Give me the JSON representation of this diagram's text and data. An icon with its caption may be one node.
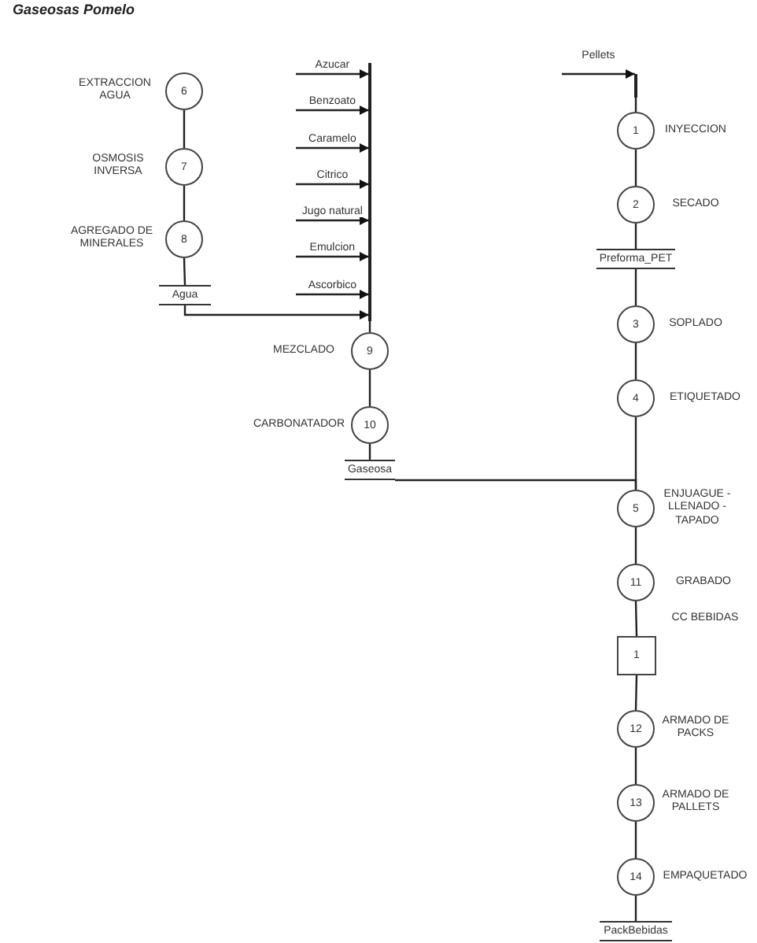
{
  "diagram": {
    "title": "Gaseosas Pomelo",
    "nodes": [
      {
        "text": [
          "6"
        ],
        "beside": [
          "EXTRACCION AGUA"
        ]
      },
      {
        "text": [
          "7"
        ],
        "beside": [
          "OSMOSIS INVERSA"
        ]
      },
      {
        "text": [
          "8"
        ],
        "beside": [
          "AGREGADO DE MINERALES"
        ]
      },
      {
        "text": [
          "Agua"
        ]
      },
      {
        "text": [
          "9"
        ],
        "beside": [
          "MEZCLADO"
        ]
      },
      {
        "text": [
          "10"
        ],
        "beside": [
          "CARBONATADOR"
        ]
      },
      {
        "text": [
          "Gaseosa"
        ]
      },
      {
        "text": [
          "1"
        ],
        "beside": [
          "INYECCION"
        ]
      },
      {
        "text": [
          "2"
        ],
        "beside": [
          "SECADO"
        ]
      },
      {
        "text": [
          "Preforma_PET"
        ]
      },
      {
        "text": [
          "3"
        ],
        "beside": [
          "SOPLADO"
        ]
      },
      {
        "text": [
          "4"
        ],
        "beside": [
          "ETIQUETADO"
        ]
      },
      {
        "text": [
          "5"
        ],
        "beside": [
          "ENJUAGUE - LLENADO - TAPADO"
        ]
      },
      {
        "text": [
          "11"
        ],
        "beside": [
          "GRABADO"
        ]
      },
      {
        "text": [
          "1"
        ],
        "beside": [
          "CC BEBIDAS"
        ]
      },
      {
        "text": [
          "12"
        ],
        "beside": [
          "ARMADO DE PACKS"
        ]
      },
      {
        "text": [
          "13"
        ],
        "beside": [
          "ARMADO DE PALLETS"
        ]
      },
      {
        "text": [
          "14"
        ],
        "beside": [
          "EMPAQUETADO"
        ]
      },
      {
        "text": [
          "PackBebidas"
        ]
      },
      {
        "text": [],
        "shape": "bar"
      },
      {
        "text": [],
        "shape": "bar"
      }
    ],
    "edges": [
      {
        "from": null,
        "to": 19,
        "arrow": "to",
        "label": "Azucar"
      },
      {
        "from": null,
        "to": 19,
        "arrow": "to",
        "label": "Benzoato"
      },
      {
        "from": null,
        "to": 19,
        "arrow": "to",
        "label": "Caramelo"
      },
      {
        "from": null,
        "to": 19,
        "arrow": "to",
        "label": "Citrico"
      },
      {
        "from": null,
        "to": 19,
        "arrow": "to",
        "label": "Jugo natural"
      },
      {
        "from": null,
        "to": 19,
        "arrow": "to",
        "label": "Emulcion"
      },
      {
        "from": null,
        "to": 19,
        "arrow": "to",
        "label": "Ascorbico"
      },
      {
        "from": 3,
        "to": 19,
        "arrow": "to"
      },
      {
        "from": 0,
        "to": 1,
        "arrow": "none"
      },
      {
        "from": 1,
        "to": 2,
        "arrow": "none"
      },
      {
        "from": 2,
        "to": 3,
        "arrow": "none"
      },
      {
        "from": 19,
        "to": 4,
        "arrow": "none"
      },
      {
        "from": 4,
        "to": 5,
        "arrow": "none"
      },
      {
        "from": 5,
        "to": 6,
        "arrow": "none"
      },
      {
        "from": null,
        "to": 20,
        "arrow": "to",
        "label": "Pellets"
      },
      {
        "from": 20,
        "to": 7,
        "arrow": "none"
      },
      {
        "from": 7,
        "to": 8,
        "arrow": "none"
      },
      {
        "from": 8,
        "to": 9,
        "arrow": "none"
      },
      {
        "from": 9,
        "to": 10,
        "arrow": "none"
      },
      {
        "from": 10,
        "to": 11,
        "arrow": "none"
      },
      {
        "from": 11,
        "to": 12,
        "arrow": "none"
      },
      {
        "from": 6,
        "to": 12,
        "arrow": "none"
      },
      {
        "from": 12,
        "to": 13,
        "arrow": "none"
      },
      {
        "from": 13,
        "to": 14,
        "arrow": "none"
      },
      {
        "from": 14,
        "to": 15,
        "arrow": "none"
      },
      {
        "from": 15,
        "to": 16,
        "arrow": "none"
      },
      {
        "from": 16,
        "to": 17,
        "arrow": "none"
      },
      {
        "from": 17,
        "to": 18,
        "arrow": "none"
      }
    ]
  }
}
